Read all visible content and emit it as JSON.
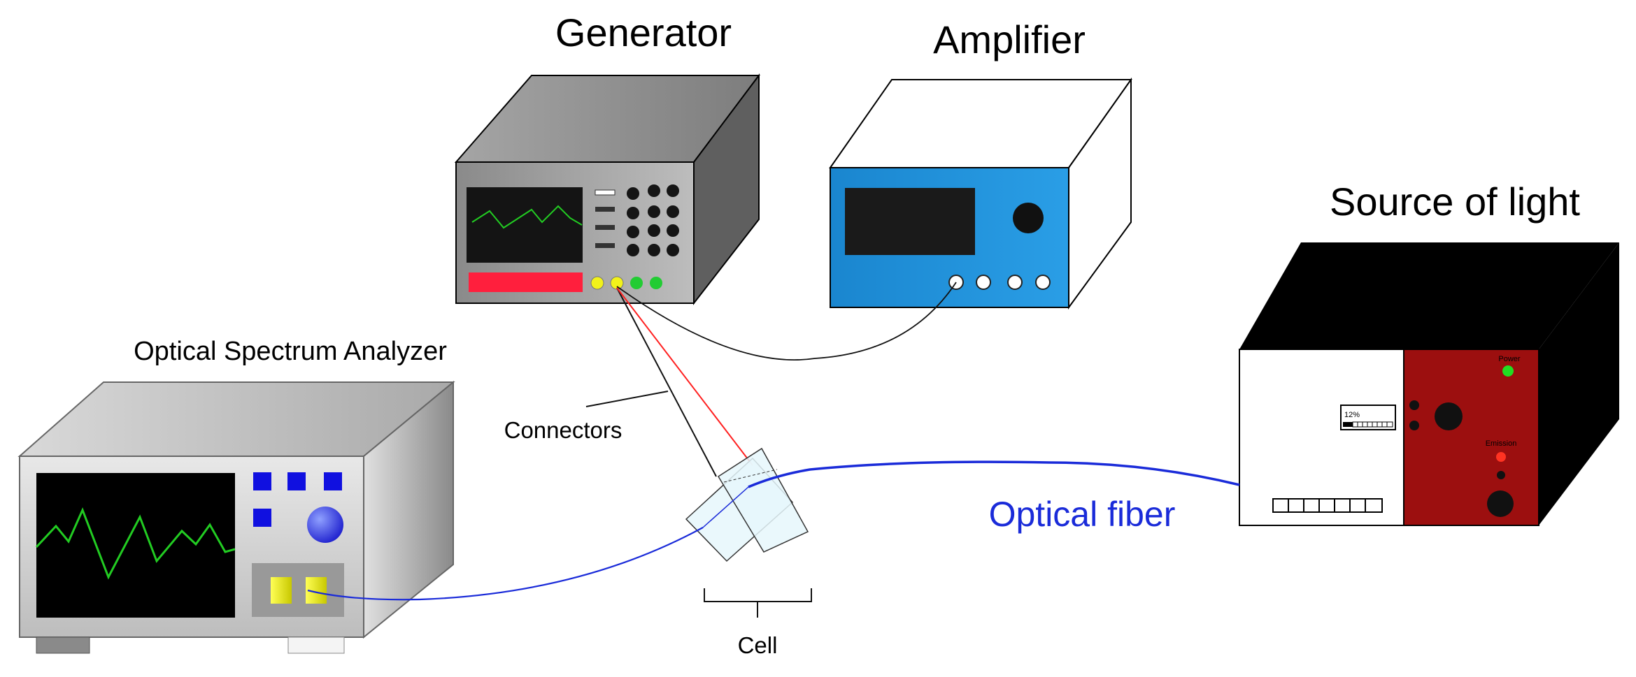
{
  "labels": {
    "generator": "Generator",
    "amplifier": "Amplifier",
    "source_of_light": "Source of light",
    "osa": "Optical Spectrum Analyzer",
    "connectors": "Connectors",
    "optical_fiber": "Optical fiber",
    "cell": "Cell"
  },
  "source_panel": {
    "meter_value": "12%",
    "power_label": "Power",
    "emission_label": "Emission"
  },
  "colors": {
    "fiber": "#1a2bd9",
    "generator_body": "#9b9b9b",
    "amplifier_face": "#1e8fd6",
    "source_panel": "#9c0f0f",
    "trace": "#22cc22",
    "red_wire": "#ff2020"
  },
  "icons": {
    "generator_screen": "waveform-display",
    "osa_screen": "spectrum-display"
  }
}
